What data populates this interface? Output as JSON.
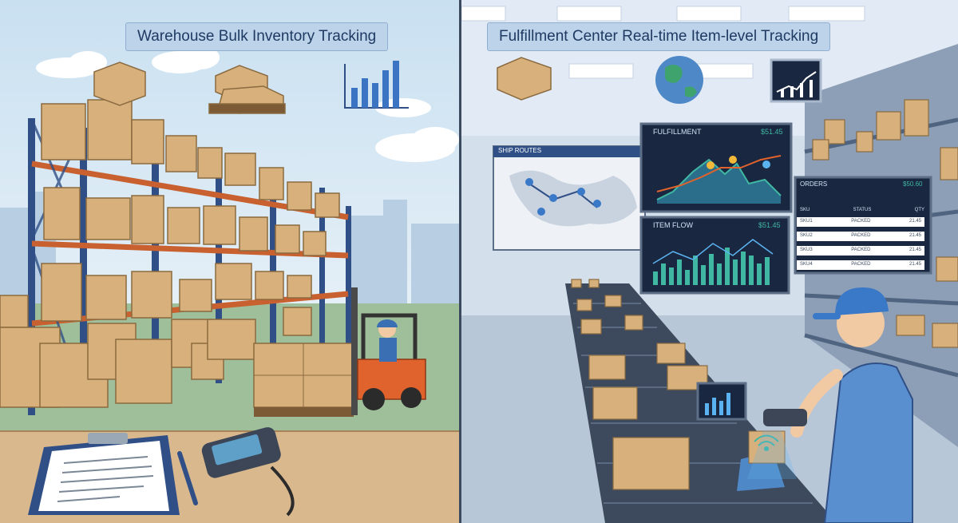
{
  "left_panel": {
    "title": "Warehouse Bulk Inventory Tracking"
  },
  "right_panel": {
    "title": "Fulfillment Center Real-time Item-level Tracking",
    "map_screen_header": "SHIP ROUTES",
    "line_chart_screen": {
      "title": "FULFILLMENT",
      "badge": "$51.45"
    },
    "bar_chart_screen": {
      "title": "ITEM FLOW",
      "badge": "$51.45"
    },
    "table_screen": {
      "title": "ORDERS",
      "badge": "$50.60",
      "column_headers": [
        "SKU",
        "STATUS",
        "QTY"
      ],
      "rows": [
        [
          "SKU1",
          "PACKED",
          "21.45"
        ],
        [
          "SKU2",
          "PACKED",
          "21.45"
        ],
        [
          "SKU3",
          "PACKED",
          "21.45"
        ],
        [
          "SKU4",
          "PACKED",
          "21.45"
        ]
      ]
    }
  },
  "colors": {
    "rack_blue": "#2f4f86",
    "beam_orange": "#c8612f",
    "box_kraft": "#d8b07c",
    "forklift_orange": "#e0622c",
    "screen_dark": "#1a2740",
    "chart_teal": "#3fb7a3",
    "worker_shirt": "#5a8fcf"
  }
}
